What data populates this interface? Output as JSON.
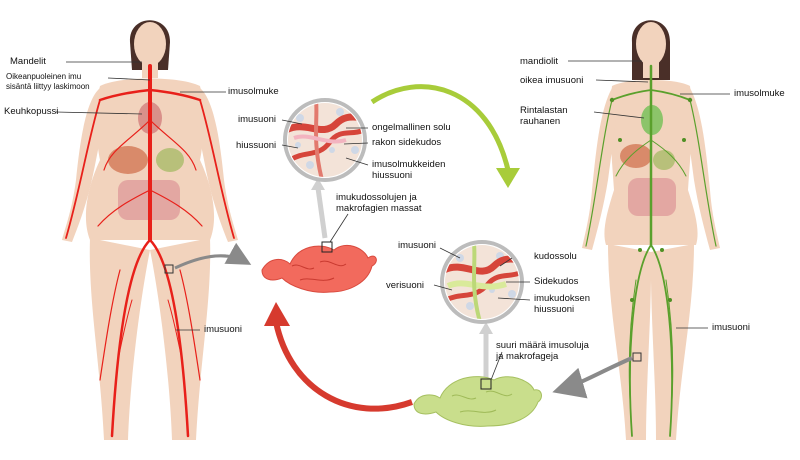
{
  "left_figure": {
    "labels": {
      "mandelit": "Mandelit",
      "oikeanpuoleinen": "Oikeanpuoleinen imu\nsisäntä liittyy laskimoon",
      "imusolmuke": "imusolmuke",
      "keuhkopussi": "Keuhkopussi",
      "imusuoni": "imusuoni"
    },
    "vessel_color": "#e8201a"
  },
  "right_figure": {
    "labels": {
      "mandiolit": "mandiolit",
      "oikea_imusuoni": "oikea imusuoni",
      "imusolmuke": "imusolmuke",
      "rintalastan": "Rintalastan\nrauhanen",
      "imusuoni": "imusuoni"
    },
    "vessel_color": "#5aa02c"
  },
  "top_inset": {
    "labels": {
      "imusuoni": "imusuoni",
      "hiussuoni": "hiussuoni",
      "ongelmallinen": "ongelmallinen solu",
      "rakon": "rakon sidekudos",
      "imusolmukkeiden": "imusolmukkeiden\nhiussuoni",
      "massat": "imukudossolujen ja\nmakrofagien massat"
    }
  },
  "bottom_inset": {
    "labels": {
      "imusuoni": "imusuoni",
      "kudossolu": "kudossolu",
      "sidekudos": "Sidekudos",
      "verisuoni": "verisuoni",
      "imukudoksen": "imukudoksen\nhiussuoni",
      "suuri": "suuri määrä imusoluja\nja makrofageja"
    }
  },
  "colors": {
    "skin": "#f2d3bd",
    "hair": "#4a2f28",
    "red_node": "#f26a5d",
    "green_node": "#c9de8c",
    "arrow_green": "#a8cc3a",
    "arrow_red": "#d63a2e",
    "arrow_gray": "#8a8a8a"
  }
}
